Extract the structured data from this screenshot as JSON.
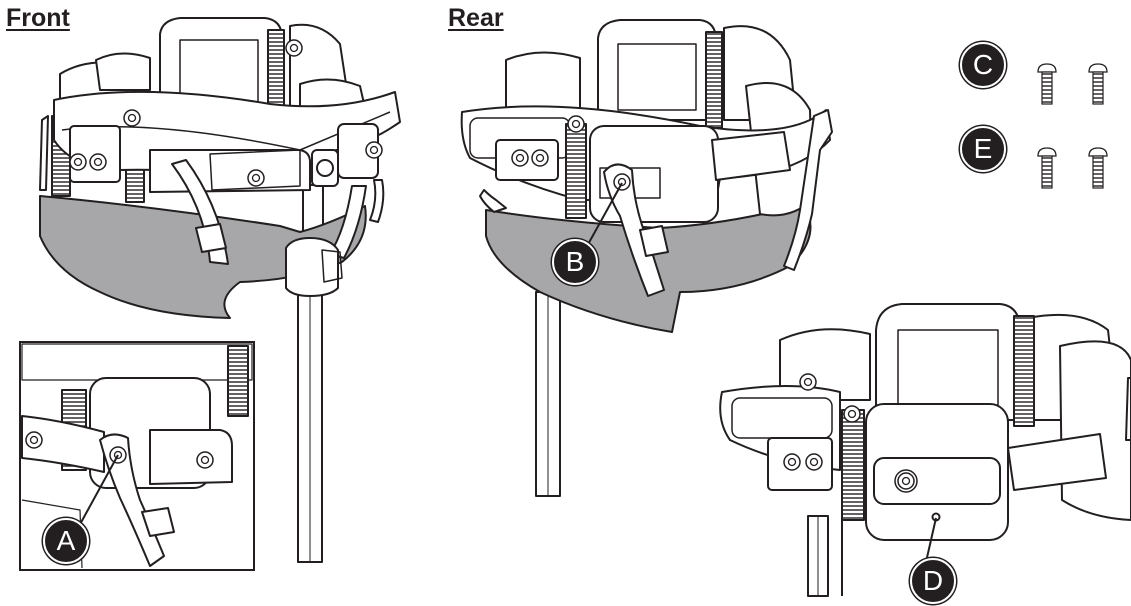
{
  "headings": {
    "front": "Front",
    "rear": "Rear"
  },
  "callouts": {
    "a": "A",
    "b": "B",
    "c": "C",
    "d": "D",
    "e": "E"
  },
  "colors": {
    "line": "#231f20",
    "pad": "#a7a7a9",
    "fill": "#ffffff"
  }
}
